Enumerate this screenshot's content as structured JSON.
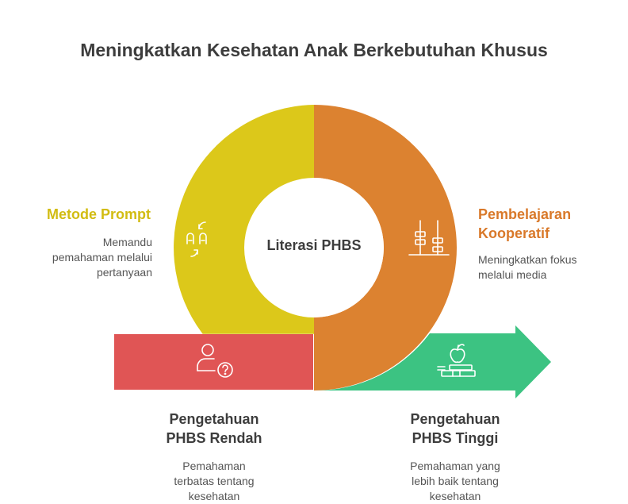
{
  "title": "Meningkatkan Kesehatan Anak Berkebutuhan Khusus",
  "center_label": "Literasi PHBS",
  "stages": {
    "prompt": {
      "title": "Metode Prompt",
      "desc_lines": [
        "Memandu",
        "pemahaman melalui",
        "pertanyaan"
      ],
      "color": "#dcc81a",
      "icon": "arrows-hands-icon"
    },
    "kooperatif": {
      "title_lines": [
        "Pembelajaran",
        "Kooperatif"
      ],
      "desc_lines": [
        "Meningkatkan fokus",
        "melalui media"
      ],
      "color": "#dc8230",
      "icon": "abacus-icon"
    },
    "rendah": {
      "title_lines": [
        "Pengetahuan",
        "PHBS Rendah"
      ],
      "desc_lines": [
        "Pemahaman",
        "terbatas tentang",
        "kesehatan"
      ],
      "color": "#e05555",
      "icon": "person-question-icon"
    },
    "tinggi": {
      "title_lines": [
        "Pengetahuan",
        "PHBS Tinggi"
      ],
      "desc_lines": [
        "Pemahaman yang",
        "lebih baik tentang",
        "kesehatan"
      ],
      "color": "#3cc382",
      "icon": "apple-books-icon"
    }
  }
}
